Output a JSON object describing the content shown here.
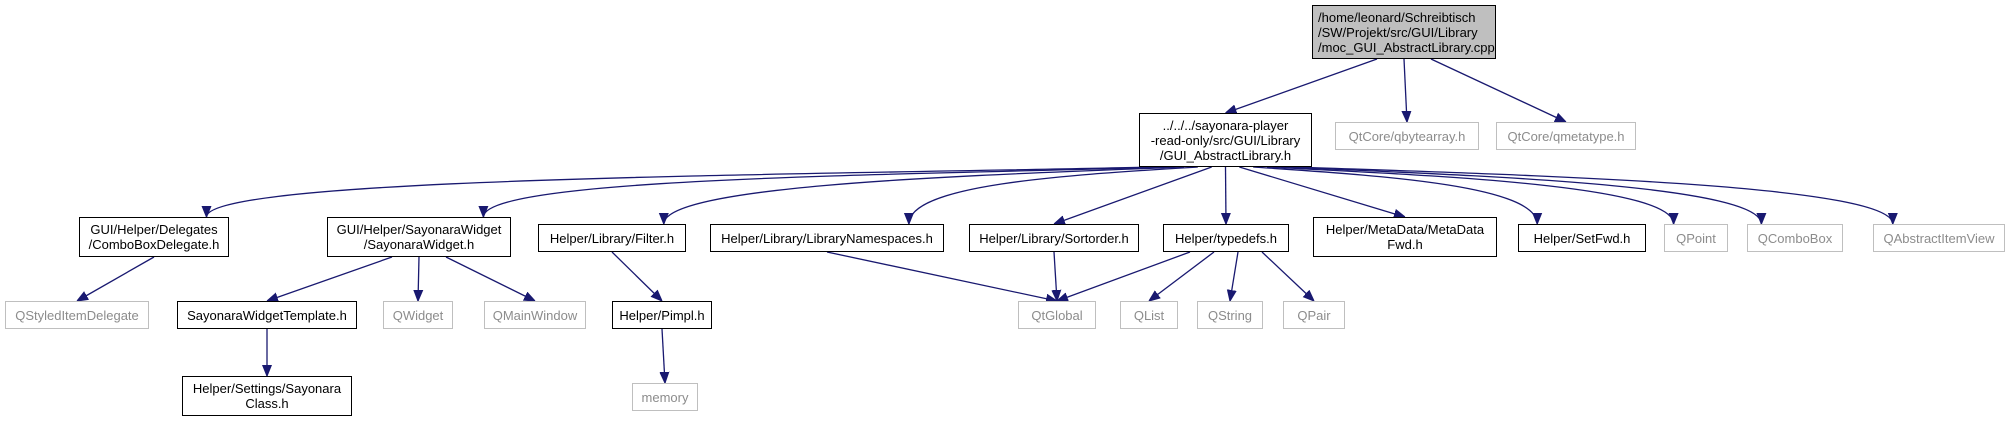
{
  "graph": {
    "nodes": {
      "root": {
        "lines": [
          "/home/leonard/Schreibtisch",
          "/SW/Projekt/src/GUI/Library",
          "/moc_GUI_AbstractLibrary.cpp"
        ]
      },
      "abstract": {
        "lines": [
          "../../../sayonara-player",
          "-read-only/src/GUI/Library",
          "/GUI_AbstractLibrary.h"
        ]
      },
      "qbytearray": {
        "lines": [
          "QtCore/qbytearray.h"
        ]
      },
      "qmetatype": {
        "lines": [
          "QtCore/qmetatype.h"
        ]
      },
      "combodel": {
        "lines": [
          "GUI/Helper/Delegates",
          "/ComboBoxDelegate.h"
        ]
      },
      "sayonarawidget": {
        "lines": [
          "GUI/Helper/SayonaraWidget",
          "/SayonaraWidget.h"
        ]
      },
      "filter": {
        "lines": [
          "Helper/Library/Filter.h"
        ]
      },
      "libns": {
        "lines": [
          "Helper/Library/LibraryNamespaces.h"
        ]
      },
      "sortorder": {
        "lines": [
          "Helper/Library/Sortorder.h"
        ]
      },
      "typedefs": {
        "lines": [
          "Helper/typedefs.h"
        ]
      },
      "metadatafwd": {
        "lines": [
          "Helper/MetaData/MetaData",
          "Fwd.h"
        ]
      },
      "setfwd": {
        "lines": [
          "Helper/SetFwd.h"
        ]
      },
      "qpoint": {
        "lines": [
          "QPoint"
        ]
      },
      "qcombobox": {
        "lines": [
          "QComboBox"
        ]
      },
      "qabstractitemview": {
        "lines": [
          "QAbstractItemView"
        ]
      },
      "qstyleditemdelegate": {
        "lines": [
          "QStyledItemDelegate"
        ]
      },
      "widgettemplate": {
        "lines": [
          "SayonaraWidgetTemplate.h"
        ]
      },
      "qwidget": {
        "lines": [
          "QWidget"
        ]
      },
      "qmainwindow": {
        "lines": [
          "QMainWindow"
        ]
      },
      "pimpl": {
        "lines": [
          "Helper/Pimpl.h"
        ]
      },
      "qtglobal": {
        "lines": [
          "QtGlobal"
        ]
      },
      "qlist": {
        "lines": [
          "QList"
        ]
      },
      "qstring": {
        "lines": [
          "QString"
        ]
      },
      "qpair": {
        "lines": [
          "QPair"
        ]
      },
      "settingsclass": {
        "lines": [
          "Helper/Settings/Sayonara",
          "Class.h"
        ]
      },
      "memory": {
        "lines": [
          "memory"
        ]
      }
    },
    "edges": [
      [
        "root",
        "abstract"
      ],
      [
        "root",
        "qbytearray"
      ],
      [
        "root",
        "qmetatype"
      ],
      [
        "abstract",
        "combodel"
      ],
      [
        "abstract",
        "sayonarawidget"
      ],
      [
        "abstract",
        "filter"
      ],
      [
        "abstract",
        "libns"
      ],
      [
        "abstract",
        "sortorder"
      ],
      [
        "abstract",
        "typedefs"
      ],
      [
        "abstract",
        "metadatafwd"
      ],
      [
        "abstract",
        "setfwd"
      ],
      [
        "abstract",
        "qpoint"
      ],
      [
        "abstract",
        "qcombobox"
      ],
      [
        "abstract",
        "qabstractitemview"
      ],
      [
        "combodel",
        "qstyleditemdelegate"
      ],
      [
        "sayonarawidget",
        "widgettemplate"
      ],
      [
        "sayonarawidget",
        "qwidget"
      ],
      [
        "sayonarawidget",
        "qmainwindow"
      ],
      [
        "widgettemplate",
        "settingsclass"
      ],
      [
        "filter",
        "pimpl"
      ],
      [
        "pimpl",
        "memory"
      ],
      [
        "libns",
        "qtglobal"
      ],
      [
        "sortorder",
        "qtglobal"
      ],
      [
        "typedefs",
        "qtglobal"
      ],
      [
        "typedefs",
        "qlist"
      ],
      [
        "typedefs",
        "qstring"
      ],
      [
        "typedefs",
        "qpair"
      ]
    ],
    "colors": {
      "edge": "#191970",
      "root_fill": "#bfbfbf",
      "external_border": "#bfbfbf",
      "external_text": "#8c8c8c"
    }
  }
}
